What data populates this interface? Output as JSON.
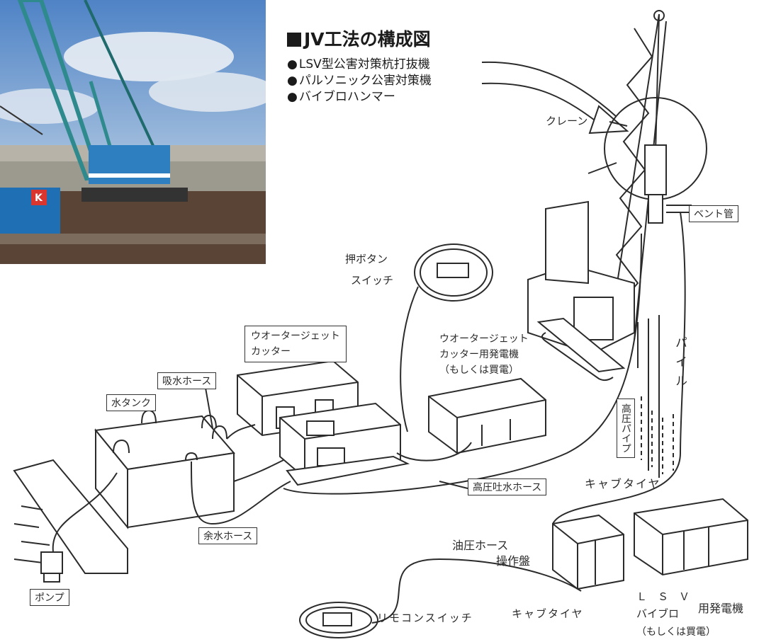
{
  "title": "JV工法の構成図",
  "bullets": [
    "LSV型公害対策杭打抜機",
    "パルソニック公害対策機",
    "バイブロハンマー"
  ],
  "labels": {
    "crane": "クレーン",
    "vent_pipe": "ベント管",
    "push_button_1": "押ボタン",
    "push_button_2": "スイッチ",
    "wj_cutter_1": "ウオータージェット",
    "wj_cutter_2": "カッター",
    "wj_gen_1": "ウオータージェット",
    "wj_gen_2": "カッター用発電機",
    "wj_gen_3": "（もしくは買電）",
    "pile": "パイル",
    "hp_pipe": "高圧パイプ",
    "suction_hose": "吸水ホース",
    "water_tank": "水タンク",
    "hp_discharge_hose": "高圧吐水ホース",
    "cabtire_1": "キャブタイヤ",
    "surplus_hose": "余水ホース",
    "hydraulic_hose": "油圧ホース",
    "control_panel": "操作盤",
    "pump": "ポンプ",
    "remote_switch": "リモコンスイッチ",
    "cabtire_2": "キャブタイヤ",
    "lsv": "Ｌ　Ｓ　Ｖ",
    "vibro": "バイブロ",
    "generator": "用発電機",
    "buy_power": "（もしくは買電）"
  },
  "photo": {
    "sky": "#6f9bd0",
    "cloud": "#e9eef4",
    "crane_color": "#2f8a8d",
    "machine_color": "#2d7fc0",
    "generator_color": "#1f6fb4",
    "ground": "#5a4436"
  }
}
